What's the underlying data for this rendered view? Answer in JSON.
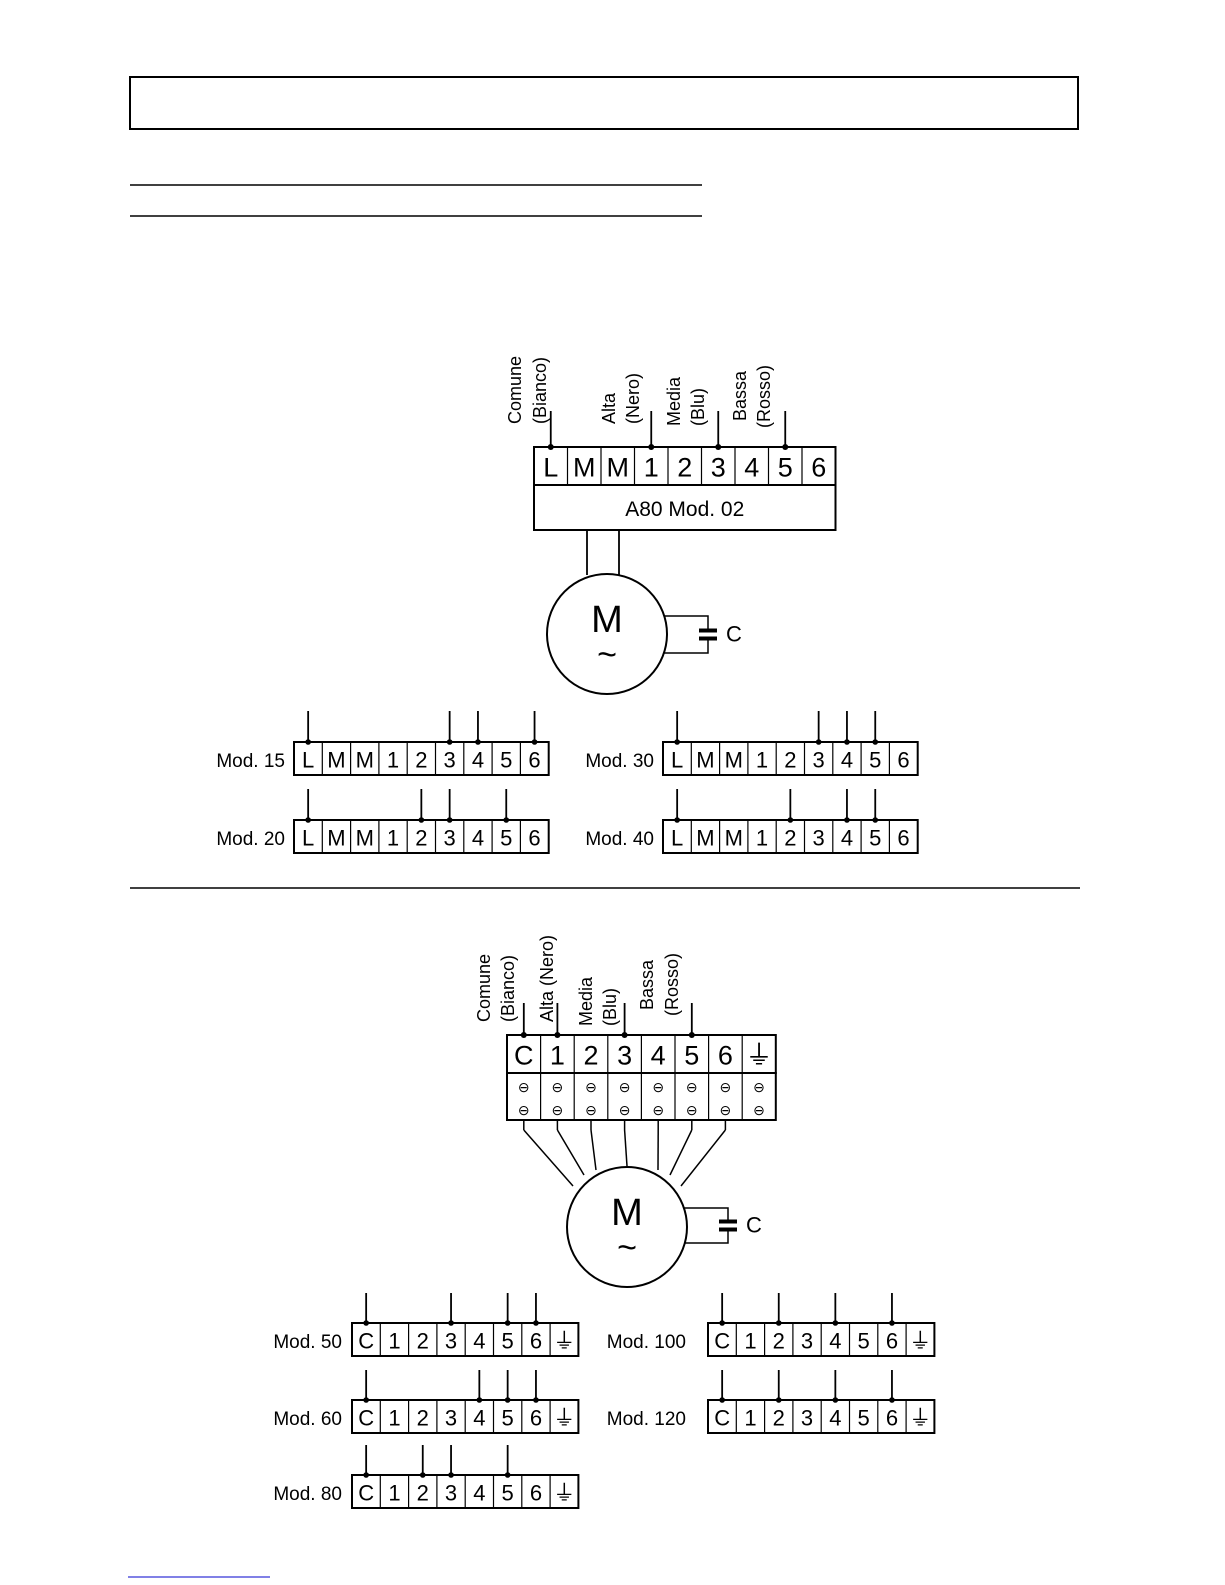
{
  "header_box": {
    "text": ""
  },
  "top_diagram": {
    "strip_terminals": [
      "L",
      "M",
      "M",
      "1",
      "2",
      "3",
      "4",
      "5",
      "6"
    ],
    "device_label": "A80 Mod. 02",
    "wire_labels": [
      {
        "line1": "Comune",
        "line2": "(Bianco)",
        "terminal": 0
      },
      {
        "line1": "Alta",
        "line2": "(Nero)",
        "terminal": 3
      },
      {
        "line1": "Media",
        "line2": "(Blu)",
        "terminal": 5
      },
      {
        "line1": "Bassa",
        "line2": "(Rosso)",
        "terminal": 7
      }
    ],
    "motor_label": "M",
    "motor_symbol": "~",
    "capacitor_label": "C",
    "models": [
      {
        "label": "Mod. 15",
        "terminals": [
          "L",
          "M",
          "M",
          "1",
          "2",
          "3",
          "4",
          "5",
          "6"
        ],
        "connected": [
          0,
          5,
          6,
          8
        ]
      },
      {
        "label": "Mod. 20",
        "terminals": [
          "L",
          "M",
          "M",
          "1",
          "2",
          "3",
          "4",
          "5",
          "6"
        ],
        "connected": [
          0,
          4,
          5,
          7
        ]
      },
      {
        "label": "Mod. 30",
        "terminals": [
          "L",
          "M",
          "M",
          "1",
          "2",
          "3",
          "4",
          "5",
          "6"
        ],
        "connected": [
          0,
          5,
          6,
          7
        ]
      },
      {
        "label": "Mod. 40",
        "terminals": [
          "L",
          "M",
          "M",
          "1",
          "2",
          "3",
          "4",
          "5",
          "6"
        ],
        "connected": [
          0,
          4,
          6,
          7
        ]
      }
    ]
  },
  "bottom_diagram": {
    "strip_terminals": [
      "C",
      "1",
      "2",
      "3",
      "4",
      "5",
      "6",
      "⏚"
    ],
    "wire_labels": [
      {
        "line1": "Comune",
        "line2": "(Bianco)",
        "terminal": 0
      },
      {
        "line1": "Alta (Nero)",
        "line2": "",
        "terminal": 1
      },
      {
        "line1": "Media",
        "line2": "(Blu)",
        "terminal": 3
      },
      {
        "line1": "Bassa",
        "line2": "(Rosso)",
        "terminal": 5
      }
    ],
    "screw_symbol": "⊖",
    "motor_label": "M",
    "motor_symbol": "~",
    "capacitor_label": "C",
    "models": [
      {
        "label": "Mod. 50",
        "terminals": [
          "C",
          "1",
          "2",
          "3",
          "4",
          "5",
          "6",
          "⏚"
        ],
        "connected": [
          0,
          3,
          5,
          6
        ]
      },
      {
        "label": "Mod. 60",
        "terminals": [
          "C",
          "1",
          "2",
          "3",
          "4",
          "5",
          "6",
          "⏚"
        ],
        "connected": [
          0,
          4,
          5,
          6
        ]
      },
      {
        "label": "Mod. 80",
        "terminals": [
          "C",
          "1",
          "2",
          "3",
          "4",
          "5",
          "6",
          "⏚"
        ],
        "connected": [
          0,
          2,
          3,
          5
        ]
      },
      {
        "label": "Mod. 100",
        "terminals": [
          "C",
          "1",
          "2",
          "3",
          "4",
          "5",
          "6",
          "⏚"
        ],
        "connected": [
          0,
          2,
          4,
          6
        ]
      },
      {
        "label": "Mod. 120",
        "terminals": [
          "C",
          "1",
          "2",
          "3",
          "4",
          "5",
          "6",
          "⏚"
        ],
        "connected": [
          0,
          2,
          4,
          6
        ]
      }
    ]
  },
  "colors": {
    "ink": "#000000",
    "link": "#0000cc"
  }
}
